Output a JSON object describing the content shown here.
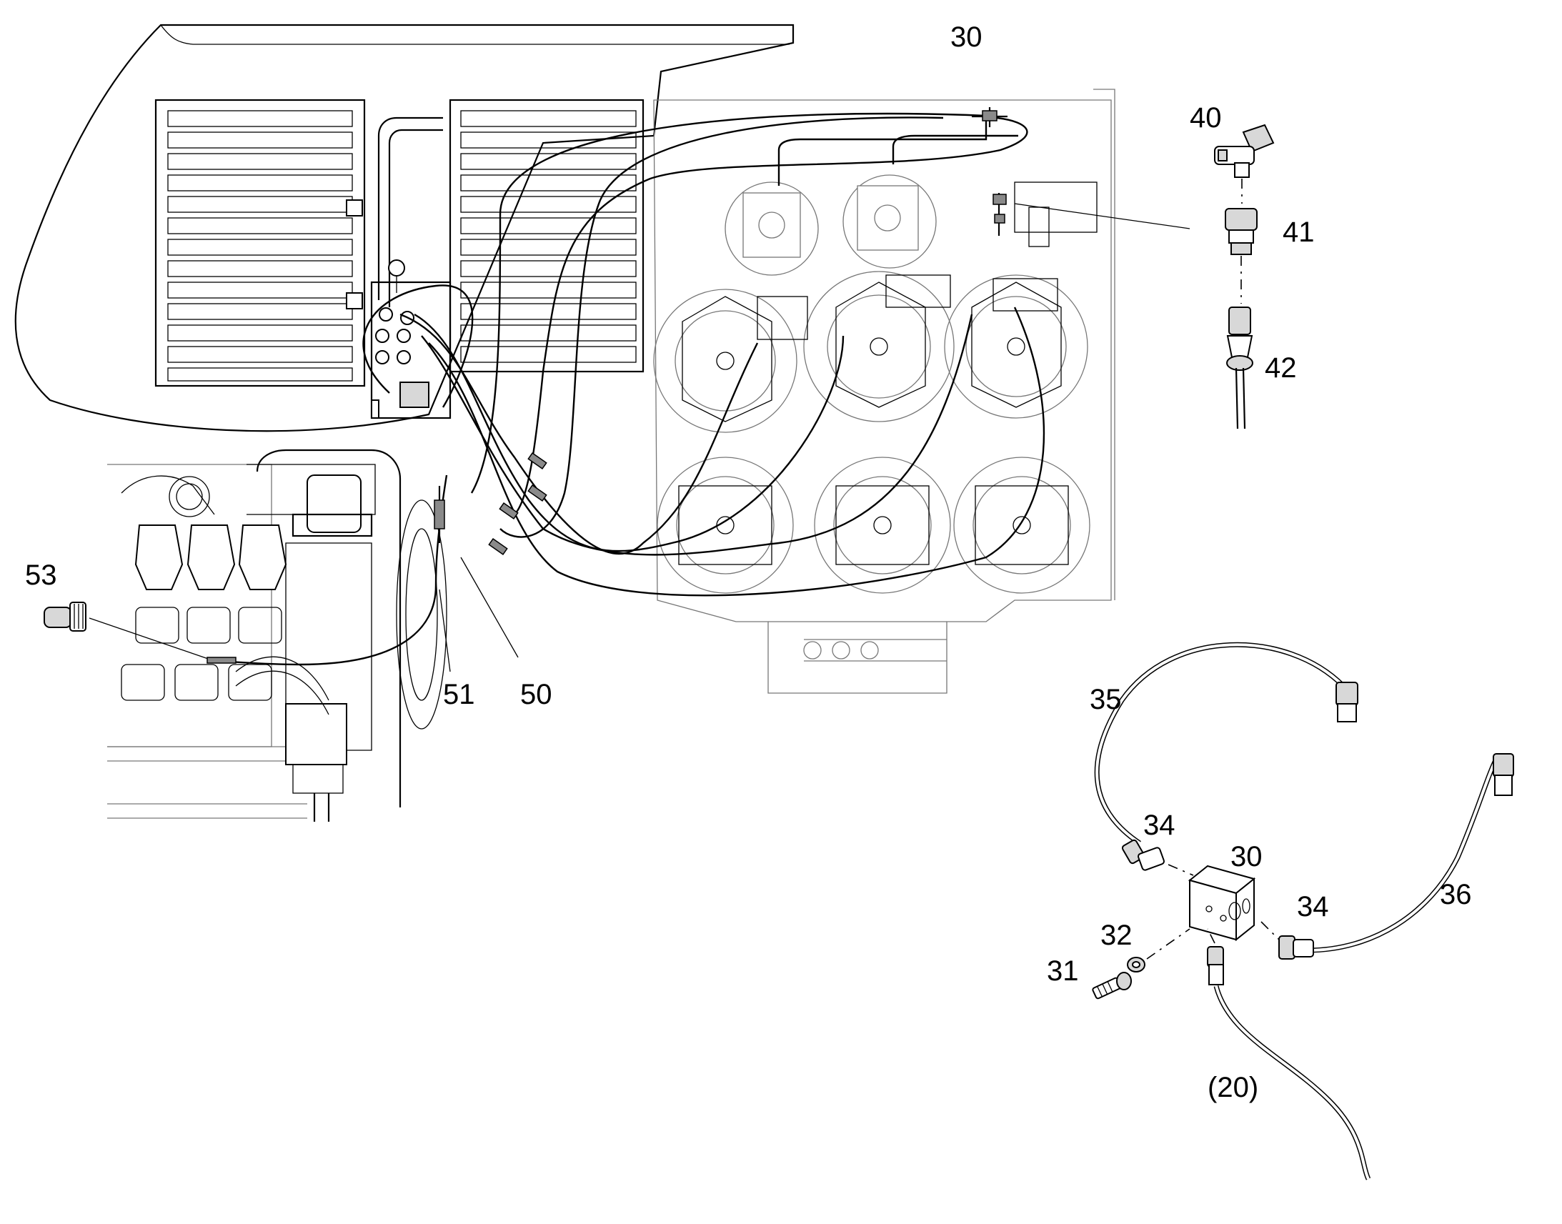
{
  "callouts": {
    "c30_top": "30",
    "c40": "40",
    "c41": "41",
    "c42": "42",
    "c53": "53",
    "c51": "51",
    "c50": "50",
    "c35": "35",
    "c34_left": "34",
    "c30_block": "30",
    "c34_right": "34",
    "c36": "36",
    "c32": "32",
    "c31": "31",
    "c20": "(20)"
  }
}
